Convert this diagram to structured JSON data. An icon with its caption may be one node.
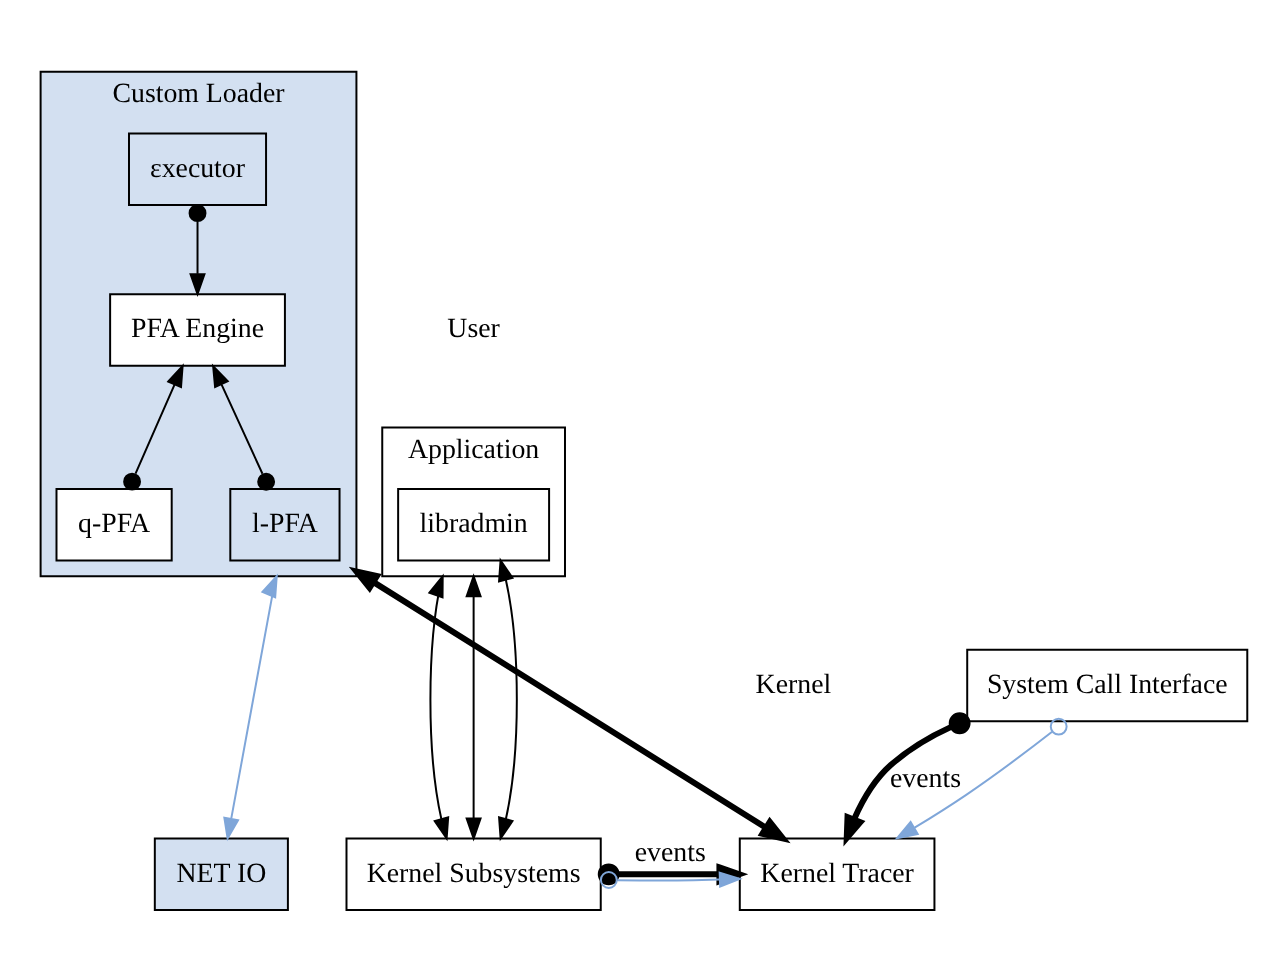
{
  "diagram": {
    "nodes": [
      {
        "text": [
          "Application"
        ]
      },
      {
        "text": [
          "libradmin"
        ],
        "in": 0
      },
      {
        "text": [
          "Custom Loader"
        ]
      },
      {
        "text": [
          "εxecutor"
        ],
        "in": 2
      },
      {
        "text": [
          "PFA Engine"
        ],
        "in": 2
      },
      {
        "text": [
          "q-PFA"
        ],
        "in": 2
      },
      {
        "text": [
          "l-PFA"
        ],
        "in": 2
      },
      {
        "text": [
          "System Call Interface"
        ]
      },
      {
        "text": [
          "Kernel Subsystems"
        ]
      },
      {
        "text": [
          "Kernel Tracer"
        ]
      },
      {
        "text": [
          "NET IO"
        ]
      }
    ],
    "edges": [
      {
        "from": 3,
        "to": 4,
        "arrow": "to"
      },
      {
        "from": 5,
        "to": 4,
        "arrow": "to"
      },
      {
        "from": 6,
        "to": 4,
        "arrow": "to"
      },
      {
        "from": 0,
        "to": 8,
        "arrow": "both"
      },
      {
        "from": 0,
        "to": 8,
        "arrow": "both"
      },
      {
        "from": 1,
        "to": 8,
        "arrow": "both"
      },
      {
        "from": 2,
        "to": 9,
        "arrow": "both",
        "style": "thick"
      },
      {
        "from": 2,
        "to": 10,
        "arrow": "both",
        "color": "#7fa6d9"
      },
      {
        "from": 7,
        "to": 9,
        "arrow": "to",
        "label": "events",
        "style": "thick"
      },
      {
        "from": 7,
        "to": 9,
        "arrow": "to",
        "color": "#7fa6d9"
      },
      {
        "from": 8,
        "to": 9,
        "arrow": "to",
        "label": "events",
        "style": "thick"
      },
      {
        "from": 8,
        "to": 9,
        "arrow": "to",
        "color": "#7fa6d9"
      }
    ],
    "labels": [
      "User",
      "Kernel"
    ]
  }
}
